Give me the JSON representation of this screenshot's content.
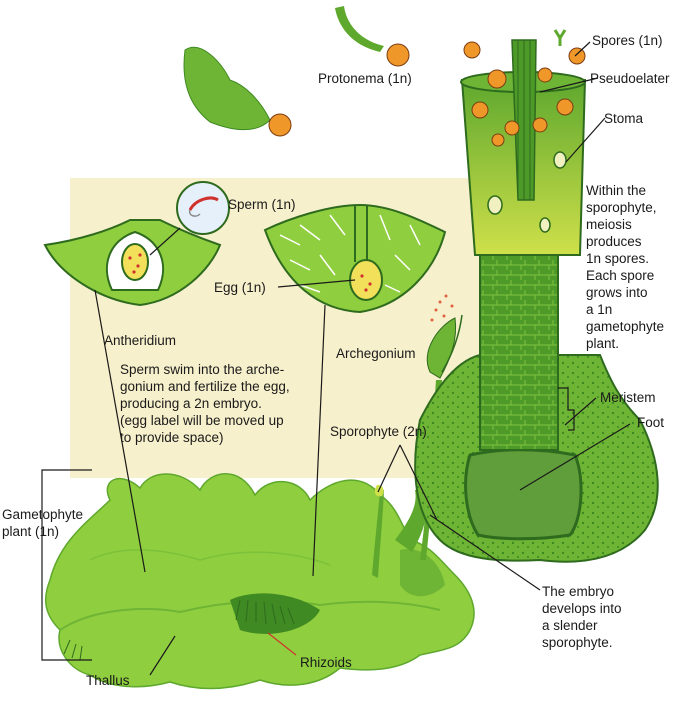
{
  "labels": {
    "spores": "Spores (1n)",
    "protonema": "Protonema (1n)",
    "pseudoelater": "Pseudoelater",
    "stoma": "Stoma",
    "sperm": "Sperm (1n)",
    "egg": "Egg (1n)",
    "antheridium": "Antheridium",
    "archegonium": "Archegonium",
    "meristem": "Meristem",
    "foot": "Foot",
    "sporophyte": "Sporophyte (2n)",
    "gametophyte_line1": "Gametophyte",
    "gametophyte_line2": "plant (1n)",
    "thallus": "Thallus",
    "rhizoids": "Rhizoids"
  },
  "captions": {
    "meiosis": [
      "Within the",
      "sporophyte,",
      "meiosis",
      "produces",
      "1n spores.",
      "Each spore",
      "grows into",
      "a 1n",
      "gametophyte",
      "plant."
    ],
    "sperm_swim": [
      "Sperm swim into the arche-",
      "gonium and fertilize the egg,",
      "producing a 2n embryo.",
      "(egg label will be moved up",
      "to provide space)"
    ],
    "embryo": [
      "The embryo",
      "develops into",
      "a slender",
      "sporophyte."
    ]
  },
  "colors": {
    "background_panel": "#f7f0cc",
    "light_green": "#8fce3f",
    "mid_green": "#5fa82e",
    "dark_green": "#2e6b1e",
    "spore_orange": "#f0972a",
    "rhizoid_red": "#d0312d",
    "egg_yellow": "#f2e05a"
  }
}
